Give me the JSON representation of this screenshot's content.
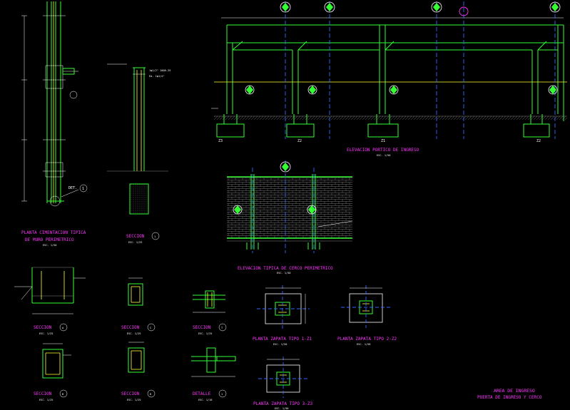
{
  "titles": {
    "planta_cimentacion": "PLANTA CIMENTACION TIPICA",
    "planta_cimentacion_2": "DE MURO PERIMETRICO",
    "planta_cimentacion_scale": "ESC. 1/50",
    "seccion_1": "SECCION",
    "seccion_1_num": "1",
    "seccion_1_scale": "ESC. 1/25",
    "elevacion_portico": "ELEVACION PORTICO DE INGRESO",
    "elevacion_portico_scale": "ESC. 1/50",
    "elevacion_cerco": "ELEVACION TIPICA DE CERCO PERIMETRICO",
    "elevacion_cerco_scale": "ESC. 1/50",
    "seccion_a": "SECCION",
    "seccion_a_id": "A",
    "seccion_a_scale": "ESC. 1/25",
    "seccion_c": "SECCION",
    "seccion_c_id": "C",
    "seccion_c_scale": "ESC. 1/25",
    "seccion_t": "SECCION",
    "seccion_t_id": "T",
    "seccion_t_scale": "ESC. 1/25",
    "seccion_b": "SECCION",
    "seccion_b_id": "B",
    "seccion_b_scale": "ESC. 1/25",
    "seccion_d": "SECCION",
    "seccion_d_id": "D",
    "seccion_d_scale": "ESC. 1/25",
    "detalle_1": "DETALLE",
    "detalle_1_num": "1",
    "detalle_1_scale": "ESC. 1/10",
    "planta_z1": "PLANTA ZAPATA TIPO 1-Z1",
    "planta_z1_scale": "ESC. 1/50",
    "planta_z2": "PLANTA ZAPATA TIPO 2-Z2",
    "planta_z2_scale": "ESC. 1/50",
    "planta_z3": "PLANTA ZAPATA TIPO 3-Z3",
    "planta_z3_scale": "ESC. 1/50",
    "title_block_1": "AREA DE INGRESO",
    "title_block_2": "PUERTA DE INGRESO Y CERCO"
  },
  "labels": {
    "det1": "DET.",
    "det1_num": "1",
    "zapata_z3": "Z3",
    "zapata_z2a": "Z2",
    "zapata_z1": "Z1",
    "zapata_z2b": "Z2"
  }
}
